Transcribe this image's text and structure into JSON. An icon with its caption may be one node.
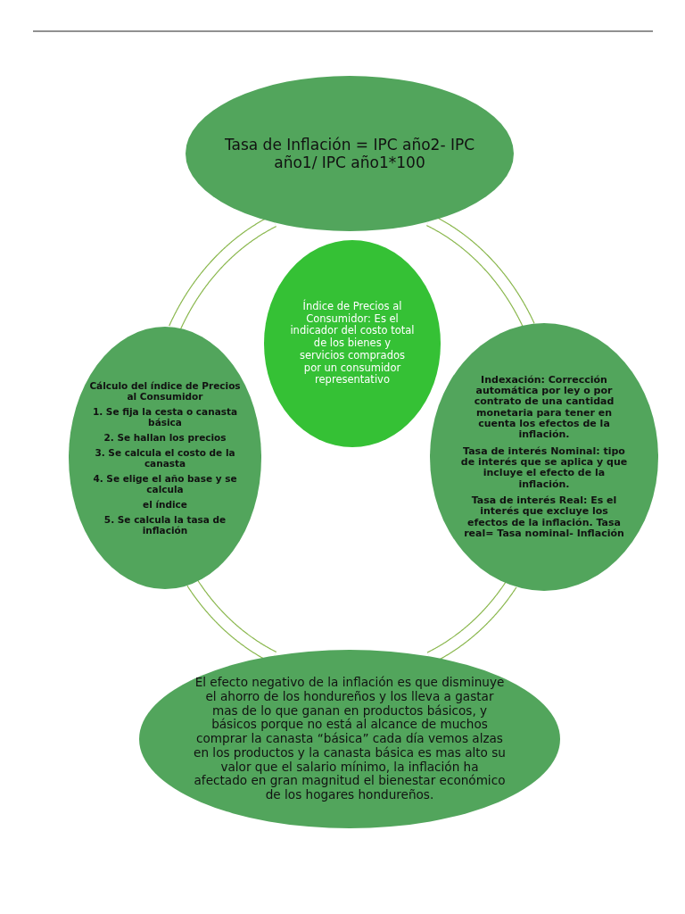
{
  "diagram": {
    "nodes": [
      {
        "text": [
          "Tasa de Inflación = IPC año2- IPC año1/ IPC año1*100"
        ]
      },
      {
        "text": [
          "Índice de Precios al Consumidor: Es el indicador del costo total de los bienes y servicios comprados por un consumidor representativo"
        ]
      },
      {
        "text": [
          "Cálculo del índice de Precios al Consumidor",
          "1. Se fija la cesta o canasta básica",
          "2. Se hallan los precios",
          "3. Se calcula el costo de la canasta",
          "4. Se elige el año base y se calcula",
          "el índice",
          "5. Se calcula la tasa de inflación"
        ]
      },
      {
        "text": [
          "Indexación: Corrección automática por ley o por contrato de una cantidad monetaria para tener en cuenta los efectos de la inflación.",
          "Tasa de interés Nominal: tipo de interés que se aplica y que incluye el efecto de la inflación.",
          "Tasa de interés Real: Es el interés que excluye los efectos de la inflación. Tasa real= Tasa nominal- Inflación"
        ]
      },
      {
        "text": [
          "El efecto negativo de la inflación es que disminuye el ahorro de los hondureños y los lleva a gastar mas de lo que ganan en productos básicos, y básicos porque no está al alcance de muchos comprar la canasta “básica” cada día vemos alzas en los productos y la canasta básica es mas alto su valor que el salario mínimo, la inflación ha afectado en gran magnitud el bienestar económico de los hogares hondureños."
        ]
      }
    ],
    "edges": [
      {
        "from": 0,
        "to": 3,
        "arrow": "none"
      },
      {
        "from": 3,
        "to": 4,
        "arrow": "none"
      },
      {
        "from": 4,
        "to": 2,
        "arrow": "none"
      },
      {
        "from": 2,
        "to": 0,
        "arrow": "none"
      }
    ]
  }
}
